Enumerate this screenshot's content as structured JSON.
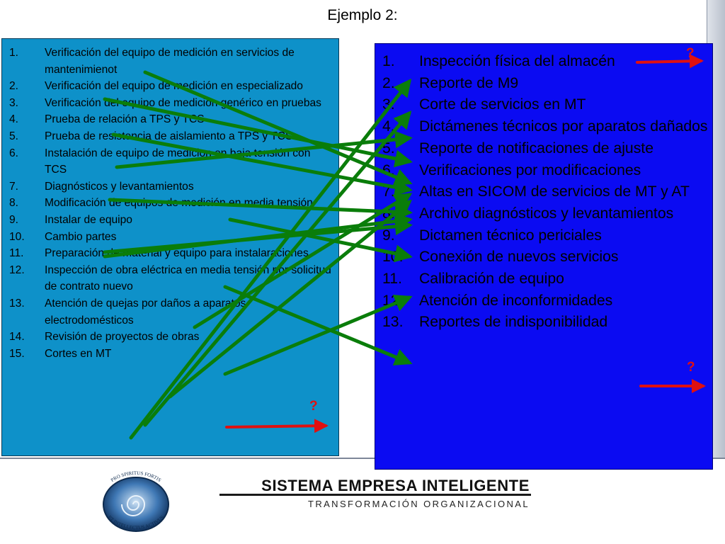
{
  "title": "Ejemplo 2:",
  "left_items": [
    {
      "num": "1.",
      "text": "Verificación del equipo de medición en servicios de mantenimienot"
    },
    {
      "num": "2.",
      "text": "Verificación del equipo de medición en especializado"
    },
    {
      "num": "3.",
      "text": "Verificación del equipo de medición genérico en pruebas"
    },
    {
      "num": "4.",
      "text": "Prueba de relación a TPS y TCS"
    },
    {
      "num": "5.",
      "text": "Prueba de resistencia de aislamiento a TPS y TCS"
    },
    {
      "num": "6.",
      "text": "Instalación de equipo de medicion en baja tensión con TCS"
    },
    {
      "num": "7.",
      "text": "Diagnósticos y levantamientos"
    },
    {
      "num": "8.",
      "text": "Modificación de equipos de medición en media tensión"
    },
    {
      "num": "9.",
      "text": "Instalar de equipo"
    },
    {
      "num": "10.",
      "text": "Cambio partes"
    },
    {
      "num": "11.",
      "text": "Preparación de material y equipo para instalaraciones"
    },
    {
      "num": "12.",
      "text": "Inspección de obra eléctrica en media tensión por solicitud de contrato nuevo"
    },
    {
      "num": "13.",
      "text": "Atención de quejas por daños a  aparatos electrodomésticos"
    },
    {
      "num": "14.",
      "text": "Revisión de proyectos de obras"
    },
    {
      "num": "15.",
      "text": "Cortes en MT"
    }
  ],
  "right_items": [
    {
      "num": "1.",
      "text": "Inspección física del almacén"
    },
    {
      "num": "2.",
      "text": "Reporte de M9"
    },
    {
      "num": "3.",
      "text": "Corte de servicios en MT"
    },
    {
      "num": "4.",
      "text": "Dictámenes técnicos por aparatos dañados"
    },
    {
      "num": "5.",
      "text": "Reporte de notificaciones de ajuste"
    },
    {
      "num": "6.",
      "text": "Verificaciones por modificaciones"
    },
    {
      "num": "7.",
      "text": "Altas en SICOM de servicios de MT y AT"
    },
    {
      "num": "8.",
      "text": "Archivo diagnósticos y levantamientos"
    },
    {
      "num": "9.",
      "text": "Dictamen técnico periciales"
    },
    {
      "num": "10.",
      "text": "Conexión de nuevos servicios"
    },
    {
      "num": "11.",
      "text": "Calibración de equipo"
    },
    {
      "num": "12.",
      "text": "Atención de inconformidades"
    },
    {
      "num": "13.",
      "text": "Reportes de indisponibilidad"
    }
  ],
  "question_mark": "?",
  "brand": {
    "title": "SISTEMA EMPRESA INTELIGENTE",
    "subtitle": "TRANSFORMACIÓN ORGANIZACIONAL",
    "seal_top": "PRO SPIRITUS FORTIS",
    "seal_bottom": "ET INTELLECTUS ACTIVUS"
  },
  "colors": {
    "left_panel": "#0e91c9",
    "right_panel": "#0b0bf2",
    "connector": "#0a7d0a",
    "unmatched_arrow": "#e01010"
  }
}
